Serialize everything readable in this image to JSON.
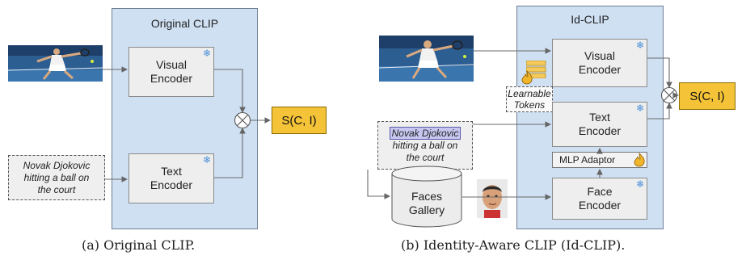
{
  "left": {
    "panel_title": "Original CLIP",
    "visual_encoder": [
      "Visual",
      "Encoder"
    ],
    "text_encoder": [
      "Text",
      "Encoder"
    ],
    "caption": [
      "Novak Djokovic",
      "hitting a ball on",
      "the court"
    ],
    "output": "S(C, I)",
    "figure_caption": "(a) Original CLIP."
  },
  "right": {
    "panel_title": "Id-CLIP",
    "visual_encoder": [
      "Visual",
      "Encoder"
    ],
    "text_encoder": [
      "Text",
      "Encoder"
    ],
    "face_encoder": [
      "Face",
      "Encoder"
    ],
    "mlp_adaptor": "MLP Adaptor",
    "learnable_tokens": [
      "Learnable",
      "Tokens"
    ],
    "caption_name": "Novak Djokovic",
    "caption_rest": [
      "hitting a ball on",
      "the court"
    ],
    "faces_gallery": [
      "Faces",
      "Gallery"
    ],
    "output": "S(C, I)",
    "figure_caption": "(b) Identity-Aware CLIP (Id-CLIP)."
  },
  "colors": {
    "panel": "#cfe0f3",
    "encoder": "#eeeeee",
    "output": "#f5c337",
    "snowflake": "#4a90d9",
    "flame": "#f0b52a"
  }
}
